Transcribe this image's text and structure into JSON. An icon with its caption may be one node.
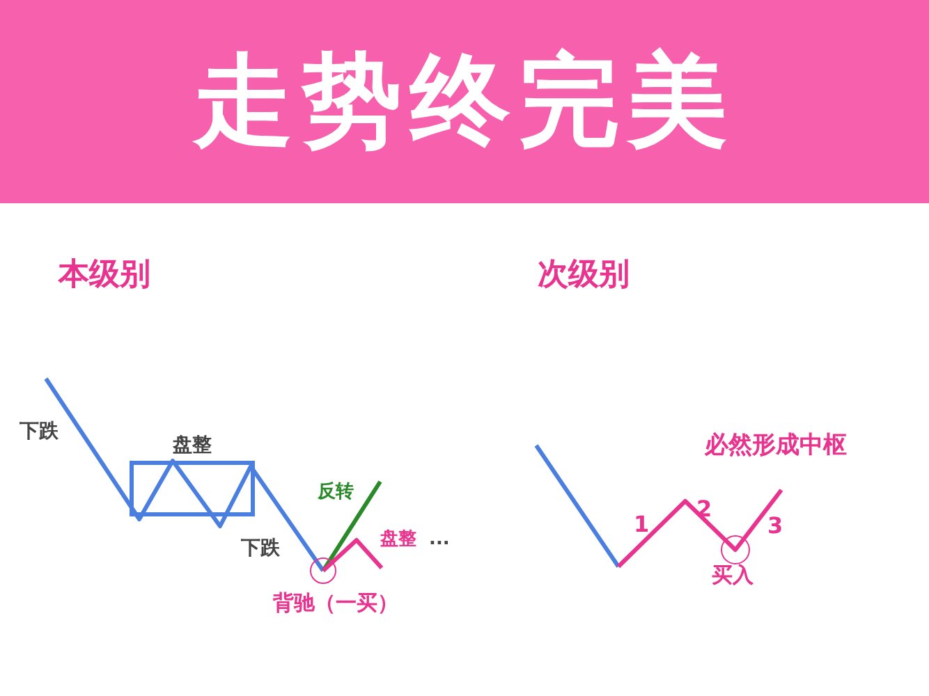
{
  "diagram": {
    "title": "走势终完美",
    "nodes": [
      {
        "text": [
          "盘整"
        ]
      }
    ],
    "labels": [
      "本级别",
      "次级别",
      "下跌",
      "下跌",
      "反转",
      "盘整",
      "...",
      "背驰（一买）",
      "必然形成中枢",
      "1",
      "2",
      "3",
      "买入"
    ]
  }
}
